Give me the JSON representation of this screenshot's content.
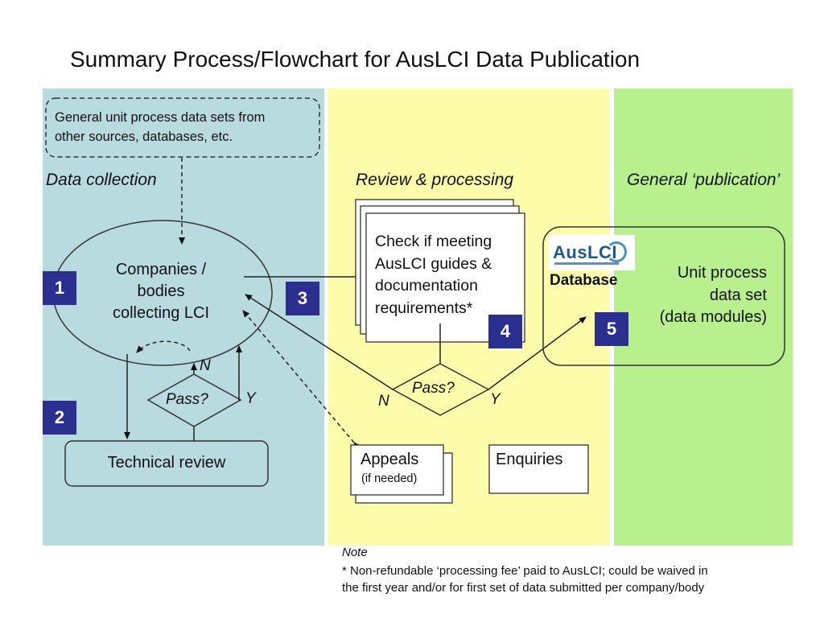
{
  "title": "Summary Process/Flowchart for AusLCI Data Publication",
  "lanes": {
    "collection": "Data collection",
    "review": "Review & processing",
    "publication": "General ‘publication’"
  },
  "nodes": {
    "general_sources": [
      "General unit process data sets from",
      "other sources, databases, etc."
    ],
    "companies": [
      "Companies /",
      "bodies",
      "collecting LCI"
    ],
    "technical_review": "Technical review",
    "pass_left": "Pass?",
    "pass_center": "Pass?",
    "check": [
      "Check if meeting",
      "AusLCI guides &",
      "documentation",
      "requirements*"
    ],
    "appeals": "Appeals",
    "appeals_note": "(if needed)",
    "enquiries": "Enquiries",
    "database_logo": "AusLCI",
    "database": "Database",
    "unit_process": [
      "Unit process",
      "data set",
      "(data modules)"
    ]
  },
  "decision_labels": {
    "left_no": "N",
    "left_yes": "Y",
    "center_no": "N",
    "center_yes": "Y"
  },
  "steps": [
    "1",
    "2",
    "3",
    "4",
    "5"
  ],
  "note": {
    "heading": "Note",
    "lines": [
      "* Non-refundable ‘processing fee’ paid to AusLCI; could be waived in",
      "the first year and/or for first set of data submitted per company/body"
    ]
  },
  "colors": {
    "collection_lane": "#b8dbe0",
    "review_lane": "#fcfcaa",
    "publication_lane": "#b8f08e",
    "step_badge": "#2b2f8f"
  }
}
